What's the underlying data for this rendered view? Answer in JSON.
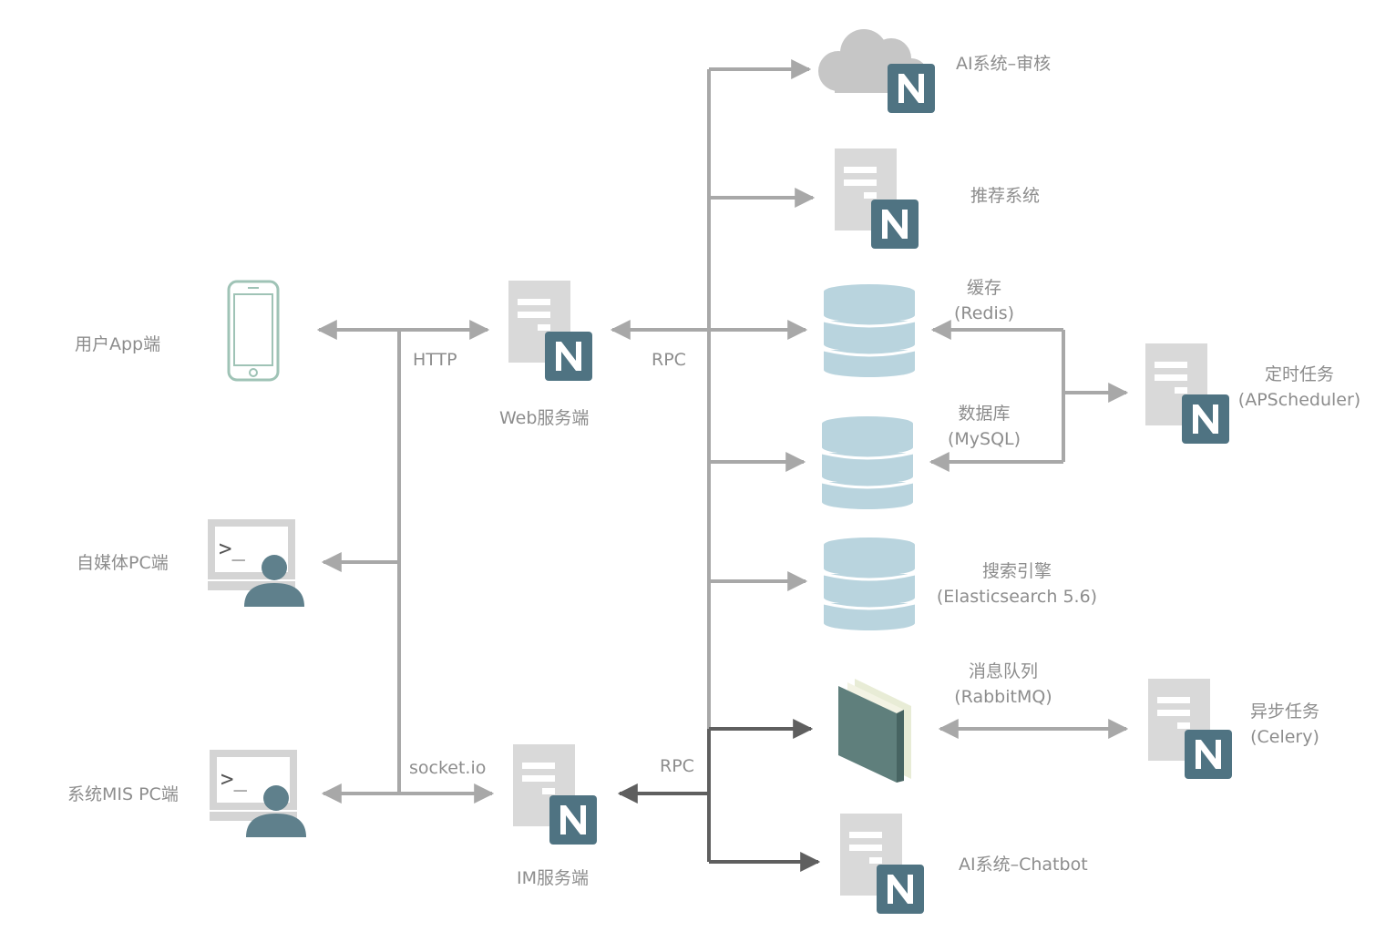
{
  "colors": {
    "line": "#a8a8a8",
    "line_dark": "#5f5f5f",
    "text": "#8d8d8d",
    "doc": "#d9d9d9",
    "badge": "#4f7382",
    "db": "#b9d4de",
    "user": "#5f808c",
    "book": "#5f7f7c"
  },
  "clients": {
    "app": "用户App端",
    "media_pc": "自媒体PC端",
    "mis_pc": "系统MIS PC端"
  },
  "protocols": {
    "http": "HTTP",
    "socketio": "socket.io",
    "rpc_web": "RPC",
    "rpc_im": "RPC"
  },
  "servers": {
    "web": "Web服务端",
    "im": "IM服务端"
  },
  "services": {
    "ai_review": "AI系统–审核",
    "recommend": "推荐系统",
    "cache_name": "缓存",
    "cache_tech": "(Redis)",
    "db_name": "数据库",
    "db_tech": "(MySQL)",
    "search_name": "搜索引擎",
    "search_tech": "(Elasticsearch 5.6)",
    "mq_name": "消息队列",
    "mq_tech": "(RabbitMQ)",
    "ai_chatbot": "AI系统–Chatbot"
  },
  "workers": {
    "sched_name": "定时任务",
    "sched_tech": "(APScheduler)",
    "async_name": "异步任务",
    "async_tech": "(Celery)"
  },
  "icons": {
    "badge_letter": "N",
    "terminal_prompt": ">_"
  }
}
